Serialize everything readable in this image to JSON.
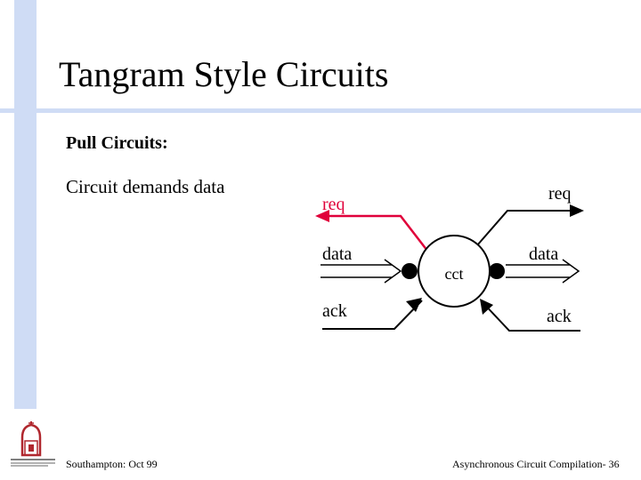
{
  "slide": {
    "title": "Tangram Style Circuits",
    "heading": "Pull Circuits:",
    "body": "Circuit demands data"
  },
  "diagram": {
    "center_label": "cct",
    "left_ports": {
      "req": "req",
      "data": "data",
      "ack": "ack"
    },
    "right_ports": {
      "req": "req",
      "data": "data",
      "ack": "ack"
    }
  },
  "footer": {
    "left": "Southampton: Oct 99",
    "right": "Asynchronous Circuit Compilation- 36"
  },
  "colors": {
    "accent_bar": "#cfdcf5",
    "highlight_red": "#e0003a"
  }
}
